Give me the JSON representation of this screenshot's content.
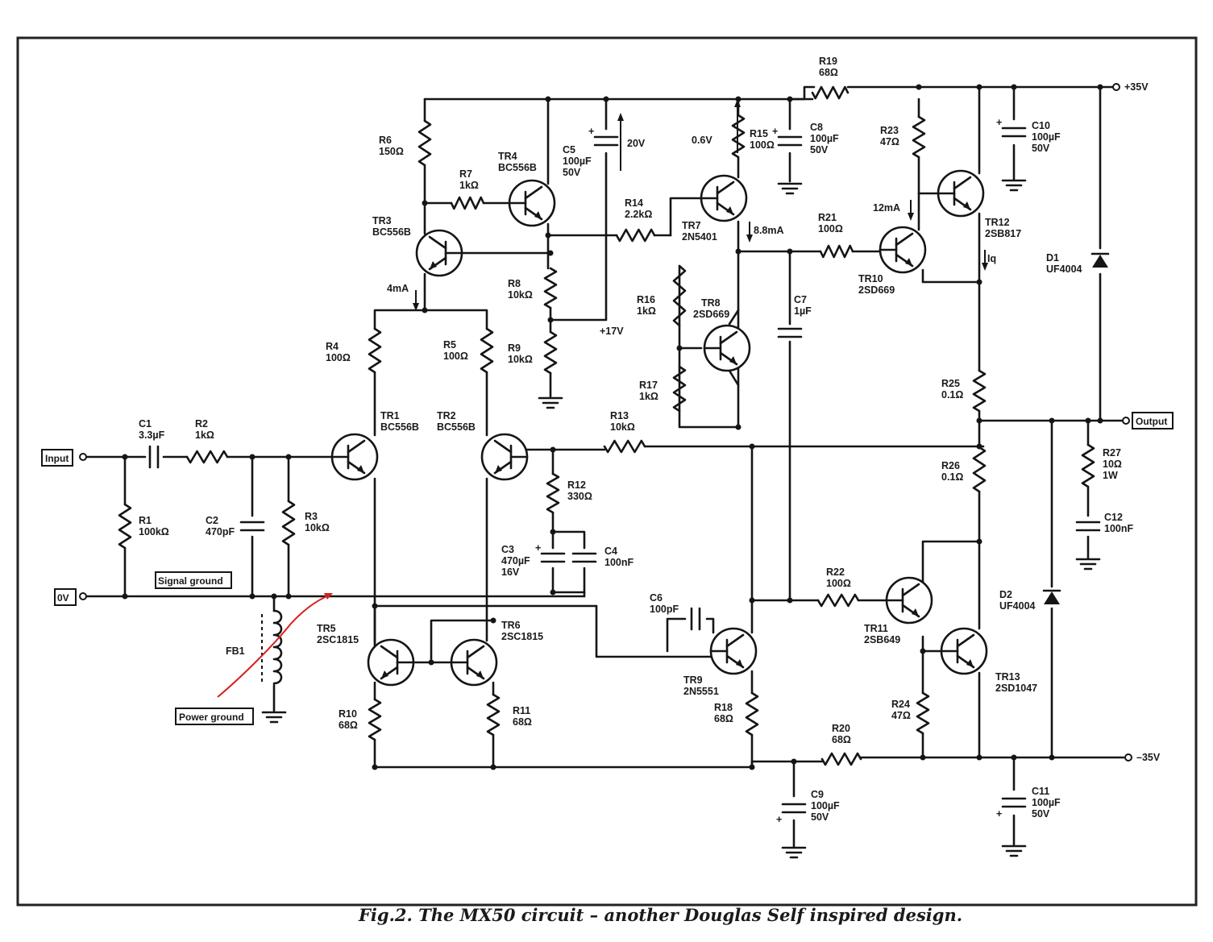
{
  "caption": "Fig.2. The MX50 circuit – another Douglas Self inspired design.",
  "terminals": {
    "input": "Input",
    "zero_v": "0V",
    "output": "Output",
    "pos_rail": "+35V",
    "neg_rail": "–35V",
    "signal_ground": "Signal ground",
    "power_ground": "Power ground"
  },
  "components": {
    "R1": {
      "ref": "R1",
      "value": "100kΩ"
    },
    "R2": {
      "ref": "R2",
      "value": "1kΩ"
    },
    "R3": {
      "ref": "R3",
      "value": "10kΩ"
    },
    "R4": {
      "ref": "R4",
      "value": "100Ω"
    },
    "R5": {
      "ref": "R5",
      "value": "100Ω"
    },
    "R6": {
      "ref": "R6",
      "value": "150Ω"
    },
    "R7": {
      "ref": "R7",
      "value": "1kΩ"
    },
    "R8": {
      "ref": "R8",
      "value": "10kΩ"
    },
    "R9": {
      "ref": "R9",
      "value": "10kΩ"
    },
    "R10": {
      "ref": "R10",
      "value": "68Ω"
    },
    "R11": {
      "ref": "R11",
      "value": "68Ω"
    },
    "R12": {
      "ref": "R12",
      "value": "330Ω"
    },
    "R13": {
      "ref": "R13",
      "value": "10kΩ"
    },
    "R14": {
      "ref": "R14",
      "value": "2.2kΩ"
    },
    "R15": {
      "ref": "R15",
      "value": "100Ω"
    },
    "R16": {
      "ref": "R16",
      "value": "1kΩ"
    },
    "R17": {
      "ref": "R17",
      "value": "1kΩ"
    },
    "R18": {
      "ref": "R18",
      "value": "68Ω"
    },
    "R19": {
      "ref": "R19",
      "value": "68Ω"
    },
    "R20": {
      "ref": "R20",
      "value": "68Ω"
    },
    "R21": {
      "ref": "R21",
      "value": "100Ω"
    },
    "R22": {
      "ref": "R22",
      "value": "100Ω"
    },
    "R23": {
      "ref": "R23",
      "value": "47Ω"
    },
    "R24": {
      "ref": "R24",
      "value": "47Ω"
    },
    "R25": {
      "ref": "R25",
      "value": "0.1Ω"
    },
    "R26": {
      "ref": "R26",
      "value": "0.1Ω"
    },
    "R27": {
      "ref": "R27",
      "value": "10Ω",
      "extra": "1W"
    },
    "C1": {
      "ref": "C1",
      "value": "3.3µF"
    },
    "C2": {
      "ref": "C2",
      "value": "470pF"
    },
    "C3": {
      "ref": "C3",
      "value": "470µF",
      "extra": "16V"
    },
    "C4": {
      "ref": "C4",
      "value": "100nF"
    },
    "C5": {
      "ref": "C5",
      "value": "100µF",
      "extra": "50V"
    },
    "C6": {
      "ref": "C6",
      "value": "100pF"
    },
    "C7": {
      "ref": "C7",
      "value": "1µF"
    },
    "C8": {
      "ref": "C8",
      "value": "100µF",
      "extra": "50V"
    },
    "C9": {
      "ref": "C9",
      "value": "100µF",
      "extra": "50V"
    },
    "C10": {
      "ref": "C10",
      "value": "100µF",
      "extra": "50V"
    },
    "C11": {
      "ref": "C11",
      "value": "100µF",
      "extra": "50V"
    },
    "C12": {
      "ref": "C12",
      "value": "100nF"
    },
    "TR1": {
      "ref": "TR1",
      "value": "BC556B"
    },
    "TR2": {
      "ref": "TR2",
      "value": "BC556B"
    },
    "TR3": {
      "ref": "TR3",
      "value": "BC556B"
    },
    "TR4": {
      "ref": "TR4",
      "value": "BC556B"
    },
    "TR5": {
      "ref": "TR5",
      "value": "2SC1815"
    },
    "TR6": {
      "ref": "TR6",
      "value": "2SC1815"
    },
    "TR7": {
      "ref": "TR7",
      "value": "2N5401"
    },
    "TR8": {
      "ref": "TR8",
      "value": "2SD669"
    },
    "TR9": {
      "ref": "TR9",
      "value": "2N5551"
    },
    "TR10": {
      "ref": "TR10",
      "value": "2SD669"
    },
    "TR11": {
      "ref": "TR11",
      "value": "2SB649"
    },
    "TR12": {
      "ref": "TR12",
      "value": "2SB817"
    },
    "TR13": {
      "ref": "TR13",
      "value": "2SD1047"
    },
    "D1": {
      "ref": "D1",
      "value": "UF4004"
    },
    "D2": {
      "ref": "D2",
      "value": "UF4004"
    },
    "FB1": {
      "ref": "FB1"
    }
  },
  "annotations": {
    "v20": "20V",
    "v06": "0.6V",
    "v17": "+17V",
    "i4": "4mA",
    "i88": "8.8mA",
    "i12": "12mA",
    "iq": "Iq"
  }
}
